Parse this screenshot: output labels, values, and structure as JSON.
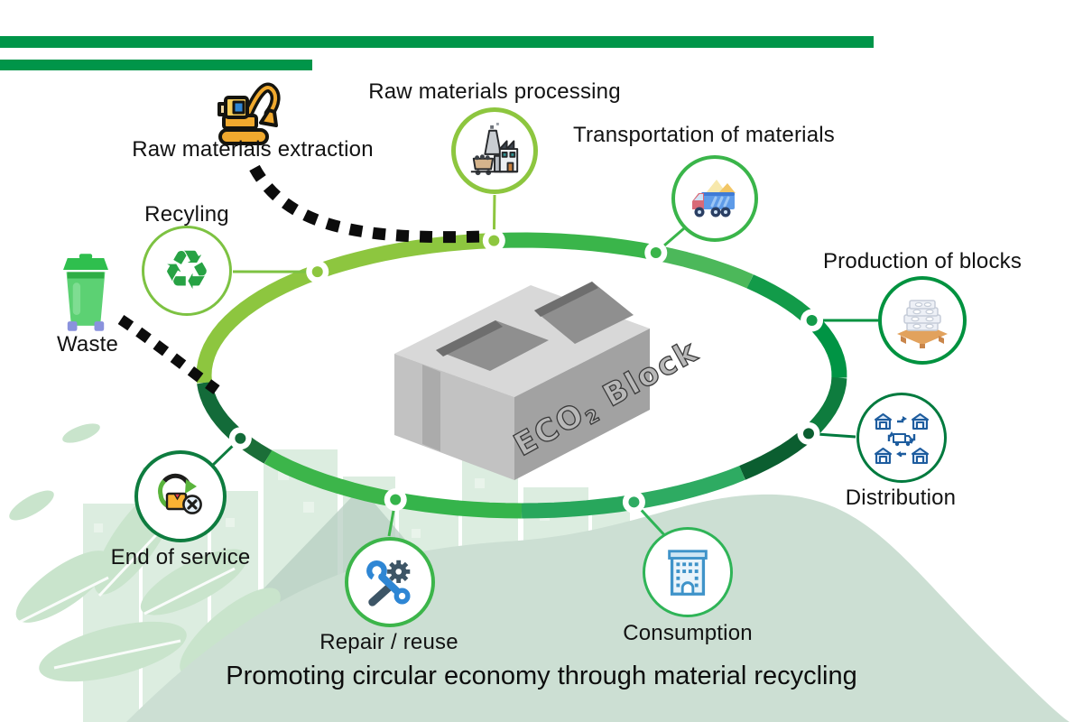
{
  "caption": "Promoting circular economy through material recycling",
  "top_bars": {
    "color": "#009549"
  },
  "center_block": {
    "text_main": "ECO",
    "text_sub": "2",
    "text_rest": " Block"
  },
  "stages": [
    {
      "id": "extraction",
      "label": "Raw materials extraction"
    },
    {
      "id": "processing",
      "label": "Raw materials processing",
      "circle_color": "#8dc63f",
      "node_angle": -95,
      "node_color": "#8dc63f"
    },
    {
      "id": "transportation",
      "label": "Transportation of materials",
      "circle_color": "#3ab54a",
      "node_angle": -65,
      "node_color": "#3ab54a"
    },
    {
      "id": "production",
      "label": "Production of blocks",
      "circle_color": "#00923f",
      "node_angle": -24,
      "node_color": "#129b49"
    },
    {
      "id": "distribution",
      "label": "Distribution",
      "circle_color": "#007a3e",
      "node_angle": 25.4,
      "node_color": "#0b5e30"
    },
    {
      "id": "consumption",
      "label": "Consumption",
      "circle_color": "#2fb457",
      "node_angle": 69.3,
      "node_color": "#2eab62"
    },
    {
      "id": "repair",
      "label": "Repair / reuse",
      "circle_color": "#3cb54a",
      "node_angle": 113.4,
      "node_color": "#35b44b"
    },
    {
      "id": "end_of_service",
      "label": "End of service",
      "circle_color": "#0e7c3f",
      "node_angle": 152.3,
      "node_color": "#136b39"
    },
    {
      "id": "recycling",
      "label": "Recyling",
      "circle_color": "#7dc242",
      "node_angle": 230,
      "node_color": "#8dc63f"
    },
    {
      "id": "waste",
      "label": "Waste"
    }
  ],
  "ring": {
    "segments": [
      {
        "from": -130,
        "to": -95,
        "color": "#8dc63f"
      },
      {
        "from": -95,
        "to": -65,
        "color": "#3ab54a"
      },
      {
        "from": -65,
        "to": -44,
        "color": "#4cb85a"
      },
      {
        "from": -44,
        "to": -24,
        "color": "#129b49"
      },
      {
        "from": -24,
        "to": 1,
        "color": "#009444"
      },
      {
        "from": 1,
        "to": 25.4,
        "color": "#0e7c3e"
      },
      {
        "from": 25.4,
        "to": 46,
        "color": "#0b5e30"
      },
      {
        "from": 46,
        "to": 69.3,
        "color": "#2eab62"
      },
      {
        "from": 69.3,
        "to": 90,
        "color": "#28a75c"
      },
      {
        "from": 90,
        "to": 113.4,
        "color": "#35b44b"
      },
      {
        "from": 113.4,
        "to": 143,
        "color": "#3cb54a"
      },
      {
        "from": 143,
        "to": 152.3,
        "color": "#1b6e38"
      },
      {
        "from": 152.3,
        "to": 177,
        "color": "#136b39"
      },
      {
        "from": 177,
        "to": 230,
        "color": "#8dc63f"
      }
    ]
  }
}
